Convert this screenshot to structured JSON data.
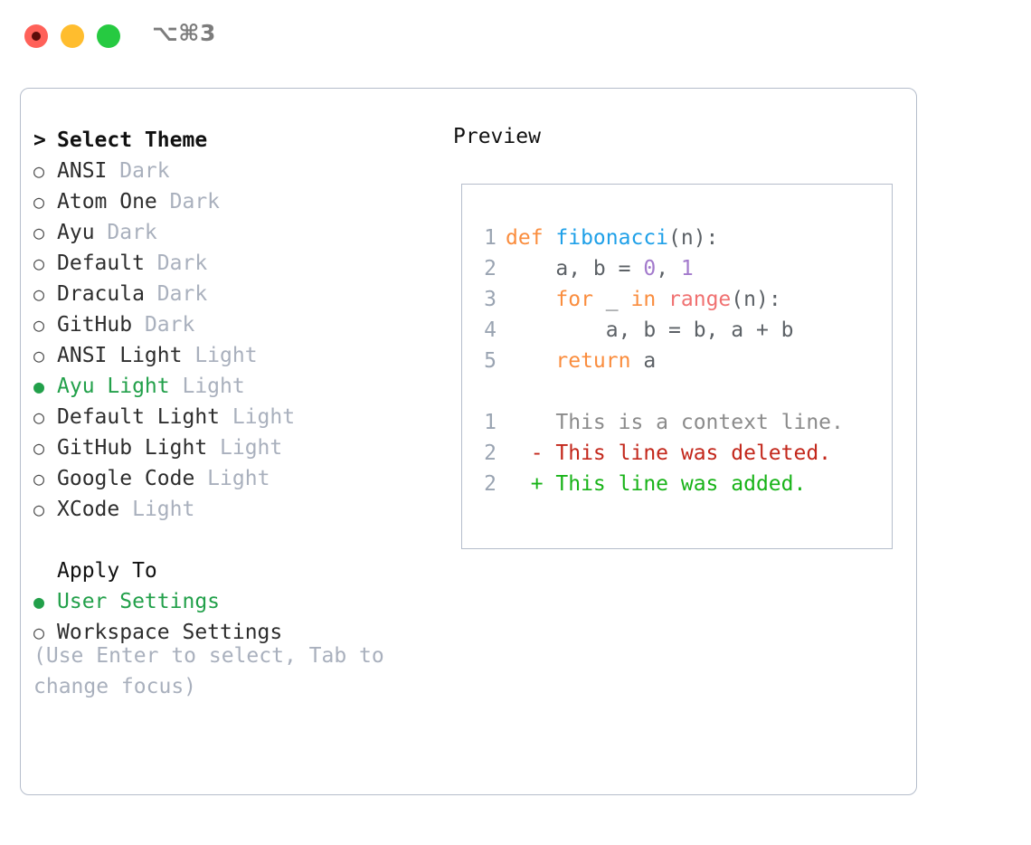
{
  "titlebar": {
    "shortcut": "⌥⌘3",
    "buttons": [
      {
        "name": "close",
        "color": "#ff6159"
      },
      {
        "name": "minimize",
        "color": "#ffbd2e"
      },
      {
        "name": "zoom",
        "color": "#26ca41"
      }
    ]
  },
  "theme_picker": {
    "header": "Select Theme",
    "caret": ">",
    "selected_glyph": "●",
    "unselected_glyph": "○",
    "items": [
      {
        "label": "ANSI",
        "variant": "Dark",
        "selected": false
      },
      {
        "label": "Atom One",
        "variant": "Dark",
        "selected": false
      },
      {
        "label": "Ayu",
        "variant": "Dark",
        "selected": false
      },
      {
        "label": "Default",
        "variant": "Dark",
        "selected": false
      },
      {
        "label": "Dracula",
        "variant": "Dark",
        "selected": false
      },
      {
        "label": "GitHub",
        "variant": "Dark",
        "selected": false
      },
      {
        "label": "ANSI Light",
        "variant": "Light",
        "selected": false
      },
      {
        "label": "Ayu Light",
        "variant": "Light",
        "selected": true
      },
      {
        "label": "Default Light",
        "variant": "Light",
        "selected": false
      },
      {
        "label": "GitHub Light",
        "variant": "Light",
        "selected": false
      },
      {
        "label": "Google Code",
        "variant": "Light",
        "selected": false
      },
      {
        "label": "XCode",
        "variant": "Light",
        "selected": false
      }
    ]
  },
  "apply_to": {
    "header": "Apply To",
    "items": [
      {
        "label": "User Settings",
        "selected": true
      },
      {
        "label": "Workspace Settings",
        "selected": false
      }
    ]
  },
  "hint": "(Use Enter to select, Tab to change focus)",
  "preview": {
    "label": "Preview",
    "code_lines": [
      {
        "n": "1",
        "tokens": [
          {
            "t": "def ",
            "c": "kw"
          },
          {
            "t": "fibonacci",
            "c": "fn"
          },
          {
            "t": "(n):",
            "c": "pln"
          }
        ]
      },
      {
        "n": "2",
        "tokens": [
          {
            "t": "    a, b = ",
            "c": "pln"
          },
          {
            "t": "0",
            "c": "num"
          },
          {
            "t": ", ",
            "c": "pln"
          },
          {
            "t": "1",
            "c": "num"
          }
        ]
      },
      {
        "n": "3",
        "tokens": [
          {
            "t": "    ",
            "c": "pln"
          },
          {
            "t": "for",
            "c": "kw"
          },
          {
            "t": " _ ",
            "c": "pln"
          },
          {
            "t": "in",
            "c": "kw"
          },
          {
            "t": " ",
            "c": "pln"
          },
          {
            "t": "range",
            "c": "bi"
          },
          {
            "t": "(n):",
            "c": "pln"
          }
        ]
      },
      {
        "n": "4",
        "tokens": [
          {
            "t": "        a, b = b, a + b",
            "c": "pln"
          }
        ]
      },
      {
        "n": "5",
        "tokens": [
          {
            "t": "    ",
            "c": "pln"
          },
          {
            "t": "return",
            "c": "kw"
          },
          {
            "t": " a",
            "c": "pln"
          }
        ]
      }
    ],
    "diff_lines": [
      {
        "n": "1",
        "marker": " ",
        "text": " This is a context line.",
        "kind": "ctx"
      },
      {
        "n": "2",
        "marker": "-",
        "text": " This line was deleted.",
        "kind": "del"
      },
      {
        "n": "2",
        "marker": "+",
        "text": " This line was added.",
        "kind": "add"
      }
    ]
  },
  "colors": {
    "accent_green": "#22a04a",
    "muted": "#a9b0bd",
    "border": "#b5bdcb",
    "keyword": "#fa8d3e",
    "function": "#1fa0e8",
    "number": "#a37acc",
    "builtin": "#f07171",
    "diff_added": "#18b318",
    "diff_deleted": "#c3271b",
    "line_number": "#9aa4b2"
  }
}
